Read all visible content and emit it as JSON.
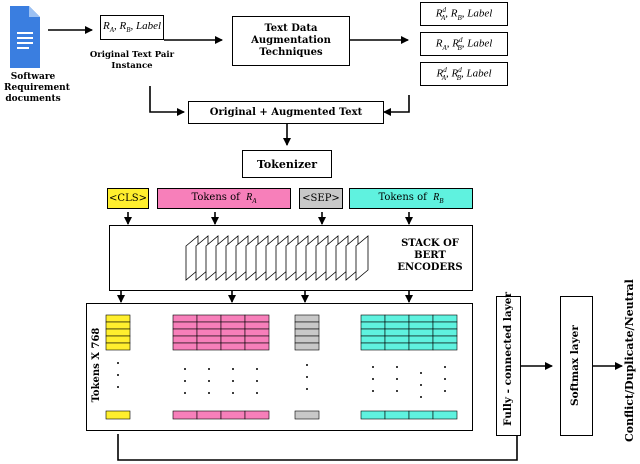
{
  "doc": {
    "title": "Software Requirement documents",
    "title_l1": "Software",
    "title_l2": "Requirement",
    "title_l3": "documents"
  },
  "pair": {
    "ra": "R",
    "ra_sub": "A",
    "rb": "R",
    "rb_sub": "B",
    "label": "Label",
    "caption_l1": "Original Text Pair",
    "caption_l2": "Instance"
  },
  "augment": {
    "l1": "Text Data",
    "l2": "Augmentation",
    "l3": "Techniques"
  },
  "aug_outputs": [
    {
      "a_sup": "d",
      "b_sup": ""
    },
    {
      "a_sup": "",
      "b_sup": "d"
    },
    {
      "a_sup": "d",
      "b_sup": "d"
    }
  ],
  "combined_label": "Original + Augmented Text",
  "tokenizer_label": "Tokenizer",
  "tokens": {
    "cls": "<CLS>",
    "a_prefix": "Tokens of ",
    "sep": "<SEP>",
    "b_prefix": "Tokens of "
  },
  "bert": {
    "l1": "STACK OF",
    "l2": "BERT",
    "l3": "ENCODERS"
  },
  "embed_axis": "Tokens X 768",
  "fc_label": "Fully - connected layer",
  "softmax_label": "Softmax layer",
  "output_label": "Conflict/Duplicate/Neutral",
  "colors": {
    "cls": "#ffef2e",
    "a": "#f77fba",
    "sep": "#c8c8c8",
    "b": "#5ff2df",
    "doc": "#3a7ee0"
  }
}
